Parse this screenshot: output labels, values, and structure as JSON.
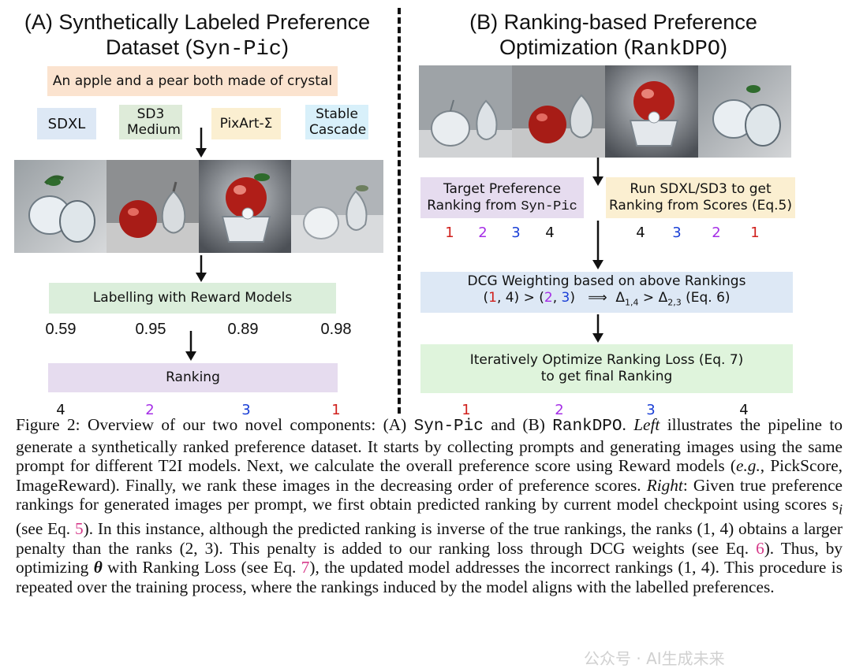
{
  "left": {
    "title_line1": "(A) Synthetically Labeled Preference",
    "title_line2_pre": "Dataset (",
    "title_line2_mono": "Syn-Pic",
    "title_line2_post": ")",
    "prompt": "An apple and a pear both made of crystal",
    "models": [
      "SDXL",
      "SD3 Medium",
      "PixArt-Σ",
      "Stable Cascade"
    ],
    "reward_label": "Labelling with  Reward Models",
    "scores": [
      "0.59",
      "0.95",
      "0.89",
      "0.98"
    ],
    "ranking_label": "Ranking",
    "ranks": [
      "4",
      "2",
      "3",
      "1"
    ]
  },
  "right": {
    "title_line1": "(B) Ranking-based Preference",
    "title_line2_pre": "Optimization (",
    "title_line2_mono": "RankDPO",
    "title_line2_post": ")",
    "target_line1": "Target Preference",
    "target_line2_pre": "Ranking from ",
    "target_line2_mono": "Syn-Pic",
    "target_ranks": [
      "1",
      "2",
      "3",
      "4"
    ],
    "run_line1": "Run SDXL/SD3 to get",
    "run_line2": "Ranking from Scores (Eq.5)",
    "run_ranks": [
      "4",
      "3",
      "2",
      "1"
    ],
    "dcg_line1": "DCG Weighting based on above Rankings",
    "dcg_line2": "(1, 4) > (2, 3)  ⟹  Δ1,4 > Δ2,3 (Eq. 6)",
    "iter_line1": "Iteratively Optimize Ranking Loss (Eq. 7)",
    "iter_line2": "to get final Ranking",
    "final_ranks": [
      "1",
      "2",
      "3",
      "4"
    ]
  },
  "caption": {
    "p1": "Figure 2: Overview of our two novel components: (A) ",
    "m1": "Syn-Pic",
    "p2": " and (B) ",
    "m2": "RankDPO",
    "p3": ". ",
    "i1": "Left",
    "p4": " illustrates the pipeline to generate a synthetically ranked preference dataset. It starts by collecting prompts and generating images using the same prompt for different T2I models. Next, we calculate the overall preference score using Reward models (",
    "i2": "e.g.",
    "p5": ", PickScore, ImageReward).  Finally, we rank these images in the decreasing order of preference scores.  ",
    "i3": "Right",
    "p6": ":  Given true preference rankings for generated images per prompt, we first obtain predicted ranking by current model checkpoint using scores s",
    "sub_i": "i",
    "p7": " (see Eq. ",
    "r5": "5",
    "p8": "). In this instance, although the predicted ranking is inverse of the true rankings, the ranks (1, 4) obtains a larger penalty than the ranks (2, 3).  This penalty is added to our ranking loss through DCG weights (see Eq. ",
    "r6": "6",
    "p9": ").  Thus, by optimizing ",
    "theta": "θ",
    "p10": " with Ranking Loss (see Eq. ",
    "r7": "7",
    "p11": "), the updated model addresses the incorrect rankings (1, 4). This procedure is repeated over the training process, where the rankings induced by the model aligns with the labelled preferences."
  },
  "watermark": "公众号 · AI生成未来",
  "colors": {
    "prompt_bg": "#fbe3cf",
    "sdxl_bg": "#dde8f5",
    "sd3_bg": "#deebd9",
    "pixart_bg": "#fbefd1",
    "cascade_bg": "#d8f0fa",
    "reward_bg": "#dbeedb",
    "ranking_bg": "#e6dcef",
    "target_bg": "#e6dcef",
    "run_bg": "#fbefd1",
    "dcg_bg": "#dde8f5",
    "iter_bg": "#dff4dc",
    "rank1": "#d0201c",
    "rank2": "#a52ee6",
    "rank3": "#1a3fd6",
    "eq_ref": "#d63a8a"
  }
}
